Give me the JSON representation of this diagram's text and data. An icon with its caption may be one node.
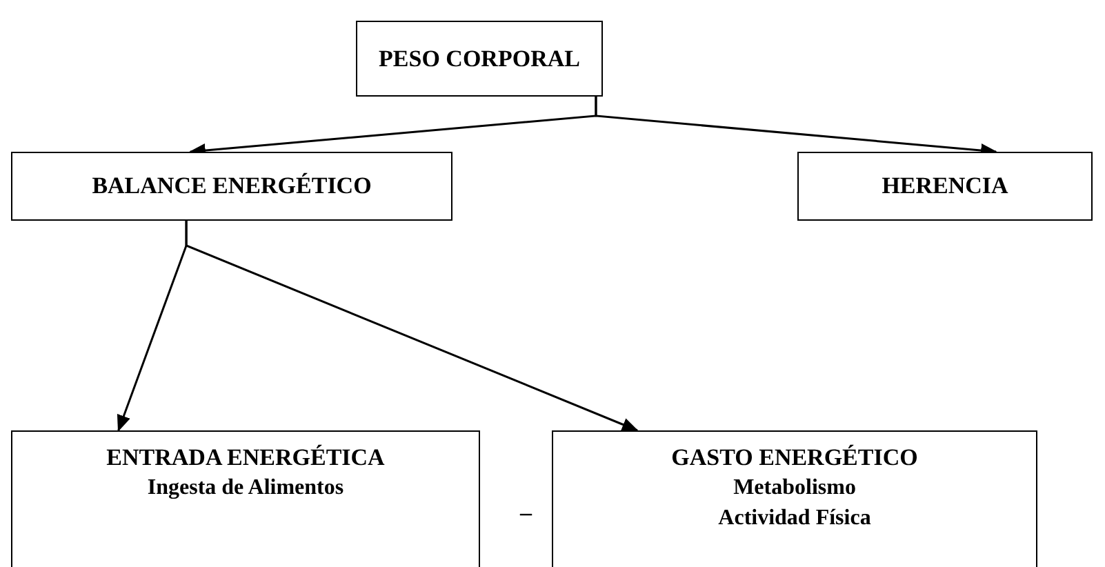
{
  "diagram": {
    "nodes": [
      {
        "text": [
          "PESO CORPORAL"
        ]
      },
      {
        "text": [
          "BALANCE ENERGÉTICO"
        ]
      },
      {
        "text": [
          "HERENCIA"
        ]
      },
      {
        "text": [
          "ENTRADA ENERGÉTICA",
          "Ingesta de Alimentos"
        ]
      },
      {
        "text": [
          "GASTO ENERGÉTICO",
          "Metabolismo",
          "Actividad Física"
        ]
      }
    ],
    "edges": [
      {
        "from": 0,
        "to": 1,
        "arrow": "to"
      },
      {
        "from": 0,
        "to": 2,
        "arrow": "to"
      },
      {
        "from": 1,
        "to": 3,
        "arrow": "to"
      },
      {
        "from": 1,
        "to": 4,
        "arrow": "to"
      }
    ],
    "labels": [
      "–"
    ]
  }
}
